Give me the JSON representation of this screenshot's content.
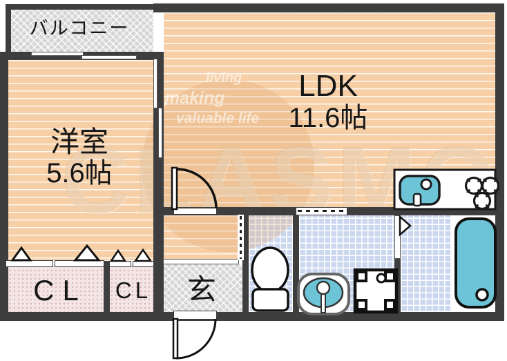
{
  "rooms": {
    "balcony": {
      "label": "バルコニー"
    },
    "ldk": {
      "label": "LDK",
      "size": "11.6帖"
    },
    "western_room": {
      "label": "洋室",
      "size": "5.6帖"
    },
    "closet_large": {
      "label": "CL"
    },
    "closet_small": {
      "label": "CL"
    },
    "entrance": {
      "label": "玄"
    }
  },
  "fixtures": {
    "kitchen": [
      "kitchen-sink",
      "three-burner-stove"
    ],
    "sanitary": [
      "toilet",
      "washbasin",
      "washing-machine-pan",
      "bathtub"
    ]
  },
  "watermark": {
    "text1": "living",
    "text2": "making",
    "text3": "valuable life",
    "logo": "CLASMO"
  },
  "colors": {
    "wall": "#3e3e3e",
    "floor": "#f6cfa6",
    "tile": "#cbd7ef",
    "balcony": "#d9d9d9",
    "closet": "#f3e5e5",
    "water": "#6dc4d6"
  }
}
